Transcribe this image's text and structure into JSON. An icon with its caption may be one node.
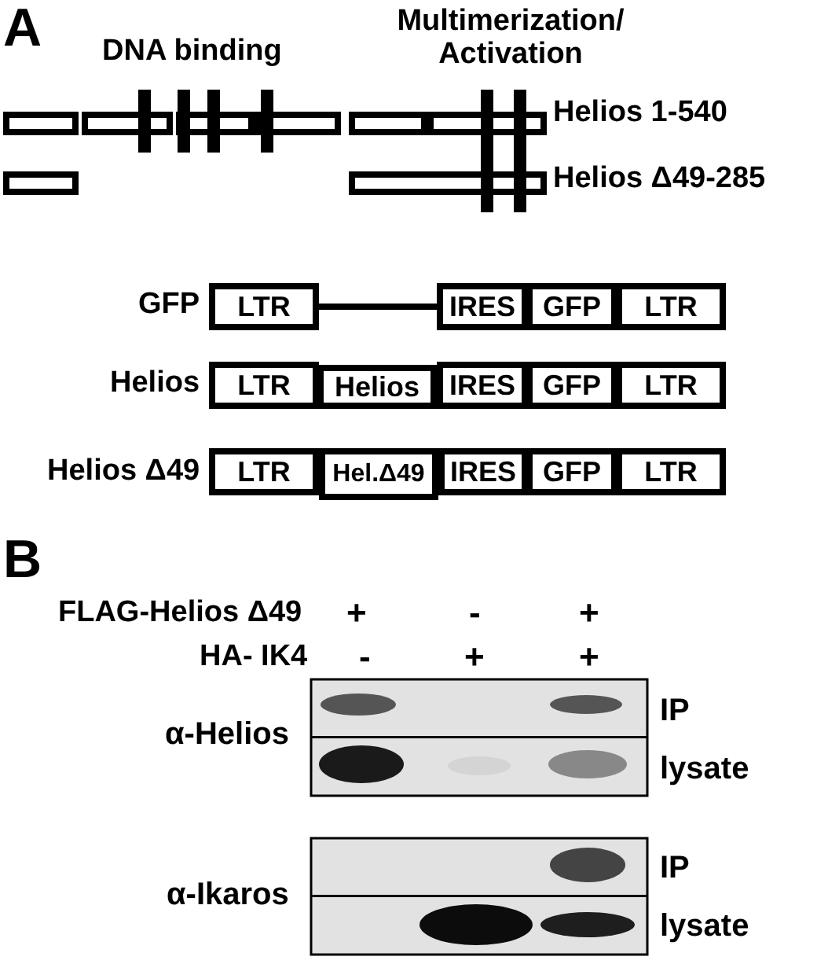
{
  "diagram": {
    "nodes": [
      {
        "text": [
          "LTR"
        ]
      },
      {
        "text": [
          "IRES"
        ]
      },
      {
        "text": [
          "GFP"
        ]
      },
      {
        "text": [
          "LTR"
        ]
      },
      {
        "text": [
          "LTR"
        ]
      },
      {
        "text": [
          "Helios"
        ]
      },
      {
        "text": [
          "IRES"
        ]
      },
      {
        "text": [
          "GFP"
        ]
      },
      {
        "text": [
          "LTR"
        ]
      },
      {
        "text": [
          "LTR"
        ]
      },
      {
        "text": [
          "Hel.Δ49"
        ]
      },
      {
        "text": [
          "IRES"
        ]
      },
      {
        "text": [
          "GFP"
        ]
      },
      {
        "text": [
          "LTR"
        ]
      }
    ],
    "edges": [
      {
        "from": 0,
        "to": 1,
        "arrow": "none"
      }
    ],
    "labels": [
      "A",
      "Multimerization/ Activation",
      "DNA binding",
      "Helios 1-540",
      "Helios Δ49-285",
      "GFP",
      "Helios",
      "Helios Δ49",
      "B",
      "FLAG-Helios Δ49",
      "+",
      "-",
      "+",
      "HA- IK4",
      "-",
      "+",
      "+",
      "α-Helios",
      "IP",
      "lysate",
      "α-Ikaros",
      "IP",
      "lysate"
    ]
  }
}
